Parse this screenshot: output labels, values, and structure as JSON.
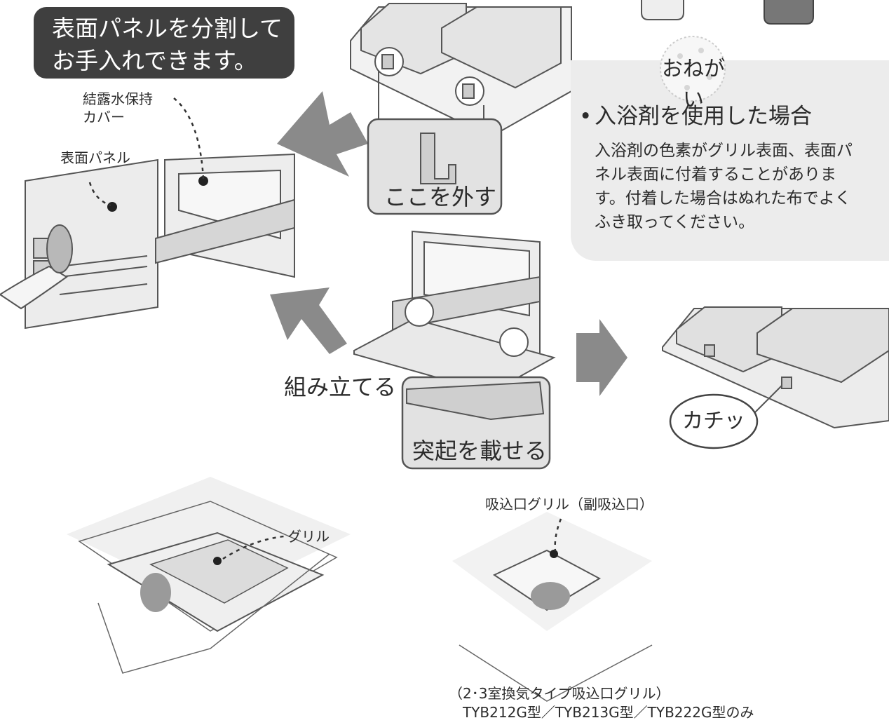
{
  "top_callout": {
    "line1": "表面パネルを分割して",
    "line2": "お手入れできます。"
  },
  "labels": {
    "condensation_cover_1": "結露水保持",
    "condensation_cover_2": "カバー",
    "front_panel": "表面パネル",
    "remove_here": "ここを外す",
    "assemble": "組み立てる",
    "place_protrusion": "突起を載せる",
    "click": "カチッ",
    "grille": "グリル",
    "intake_grille": "吸込口グリル（副吸込口）",
    "model_note_1": "（2･3室換気タイプ吸込口グリル）",
    "model_note_2": "TYB212G型／TYB213G型／TYB222G型のみ"
  },
  "notice": {
    "title": "おねがい",
    "heading": "入浴剤を使用した場合",
    "body_1": "入浴剤の色素がグリル表面、表面パ",
    "body_2": "ネル表面に付着することがありま",
    "body_3": "す。付着した場合はぬれた布でよく",
    "body_4": "ふき取ってください。"
  },
  "colors": {
    "callout_bg": "#3f3f3f",
    "note_bg": "#ececec",
    "arrow": "#8a8a8a",
    "pill_bg": "#d9d9d9"
  }
}
